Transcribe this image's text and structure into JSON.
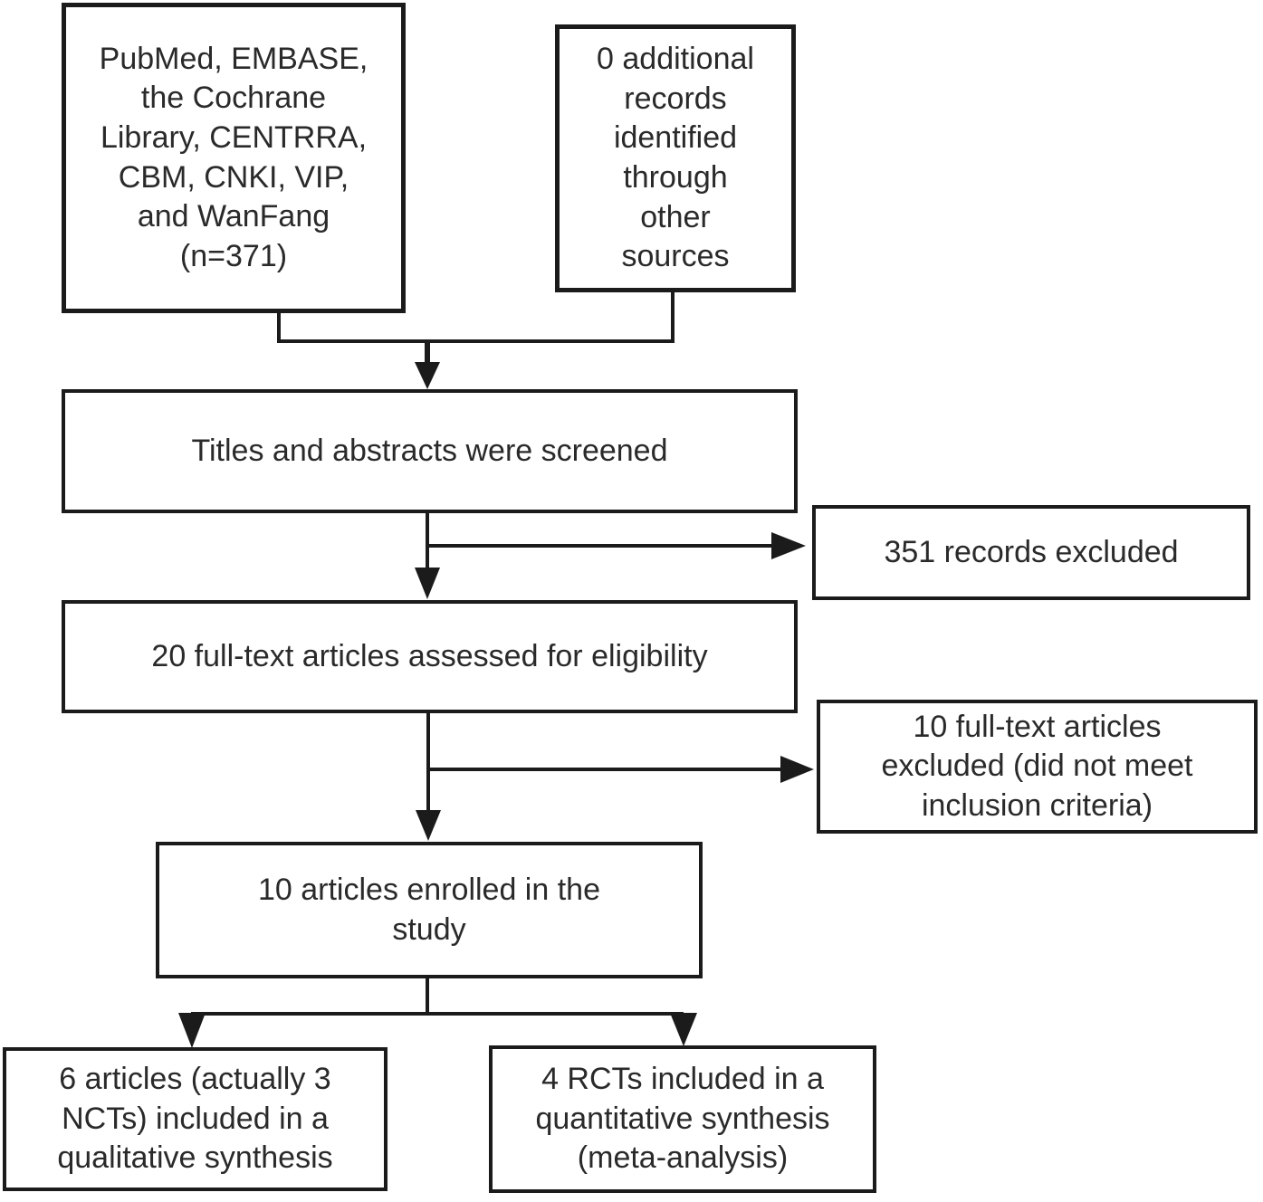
{
  "diagram": {
    "kind": "study-selection-flowchart",
    "background_color": "#ffffff",
    "line_color": "#1b1b1b",
    "text_color": "#2a2a2a",
    "nodes": [
      {
        "id": "identification-databases",
        "text": "PubMed, EMBASE,\nthe Cochrane\nLibrary, CENTRRA,\nCBM, CNKI, VIP,\nand WanFang\n(n=371)",
        "n": 371
      },
      {
        "id": "identification-other-sources",
        "text": "0 additional\nrecords\nidentified\nthrough\nother\nsources",
        "n": 0
      },
      {
        "id": "titles-abstracts-screened",
        "text": "Titles and abstracts were screened"
      },
      {
        "id": "records-excluded",
        "text": "351 records excluded",
        "n": 351
      },
      {
        "id": "fulltext-assessed",
        "text": "20 full-text articles assessed for eligibility",
        "n": 20
      },
      {
        "id": "fulltext-excluded",
        "text": "10 full-text articles\nexcluded (did not meet\ninclusion criteria)",
        "n": 10
      },
      {
        "id": "articles-enrolled",
        "text": "10 articles enrolled in the\nstudy",
        "n": 10
      },
      {
        "id": "qualitative-synthesis",
        "text": "6 articles (actually 3\nNCTs) included in a\nqualitative synthesis",
        "n": 6
      },
      {
        "id": "quantitative-synthesis",
        "text": "4 RCTs included in a\nquantitative synthesis\n(meta-analysis)",
        "n": 4
      }
    ],
    "edges": [
      {
        "from": "identification-databases",
        "to": "titles-abstracts-screened"
      },
      {
        "from": "identification-other-sources",
        "to": "titles-abstracts-screened"
      },
      {
        "from": "titles-abstracts-screened",
        "to": "records-excluded"
      },
      {
        "from": "titles-abstracts-screened",
        "to": "fulltext-assessed"
      },
      {
        "from": "fulltext-assessed",
        "to": "fulltext-excluded"
      },
      {
        "from": "fulltext-assessed",
        "to": "articles-enrolled"
      },
      {
        "from": "articles-enrolled",
        "to": "qualitative-synthesis"
      },
      {
        "from": "articles-enrolled",
        "to": "quantitative-synthesis"
      }
    ]
  }
}
